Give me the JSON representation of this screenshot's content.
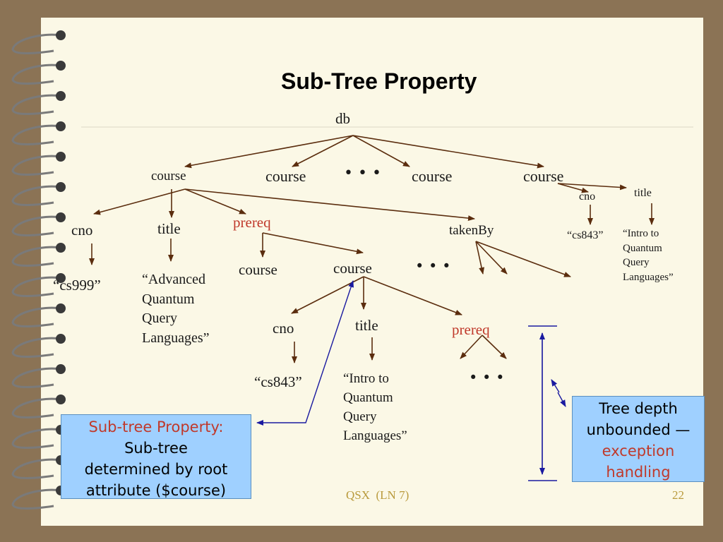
{
  "slide": {
    "title": "Sub-Tree Property",
    "footer": "QSX  (LN 7)",
    "page_number": "22",
    "colors": {
      "background": "#8b7355",
      "paper": "#fbf8e6",
      "arrow": "#5b2d0e",
      "note_box": "#9fd0ff",
      "emphasis": "#c0392b",
      "footer": "#b99a3c"
    }
  },
  "tree": {
    "root": "db",
    "level1": [
      "course",
      "course",
      "course",
      "course"
    ],
    "ellipsis": "• • •",
    "course1": {
      "children": [
        "cno",
        "title",
        "prereq",
        "takenBy"
      ],
      "cno_value": "“cs999”",
      "title_value": "“Advanced\nQuantum\nQuery\nLanguages”"
    },
    "prereq_children": [
      "course",
      "course"
    ],
    "inner_course": {
      "children": [
        "cno",
        "title",
        "prereq"
      ],
      "cno_value": "“cs843”",
      "title_value": "“Intro to\nQuantum\nQuery\nLanguages”"
    },
    "right_course": {
      "children": [
        "cno",
        "title"
      ],
      "cno_value": "“cs843”",
      "title_value": "“Intro to\nQuantum\nQuery\nLanguages”"
    }
  },
  "notes": {
    "subtree": {
      "heading": "Sub-tree Property:",
      "line1": "Sub-tree",
      "line2": "determined by root",
      "line3": "attribute ($course)"
    },
    "depth": {
      "line1": "Tree depth",
      "line2": "unbounded —",
      "line3": "exception",
      "line4": "handling"
    }
  }
}
